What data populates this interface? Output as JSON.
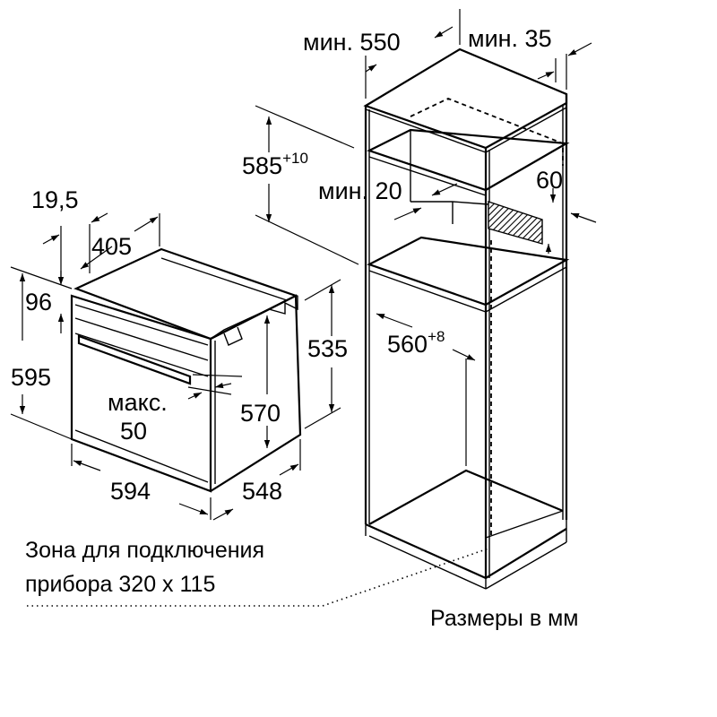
{
  "oven": {
    "dim_19_5": "19,5",
    "dim_405": "405",
    "dim_96": "96",
    "dim_595": "595",
    "dim_max_label": "макс.",
    "dim_max_value": "50",
    "dim_570": "570",
    "dim_535": "535",
    "dim_594": "594",
    "dim_548": "548"
  },
  "cabinet": {
    "min_550": "мин. 550",
    "min_35": "мин. 35",
    "dim_585": "585",
    "dim_585_tol": "+10",
    "min_20": "мин. 20",
    "dim_60": "60",
    "dim_560": "560",
    "dim_560_tol": "+8"
  },
  "notes": {
    "connection_line1": "Зона для подключения",
    "connection_line2": "прибора 320 x 115",
    "units": "Размеры в мм"
  }
}
